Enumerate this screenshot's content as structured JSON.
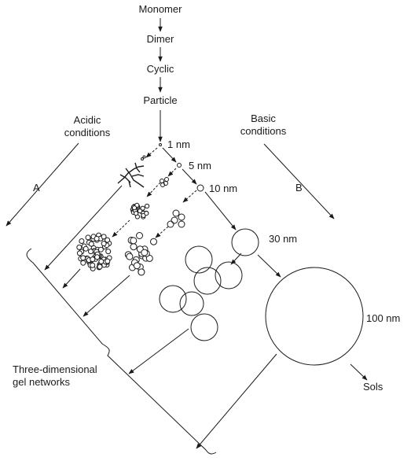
{
  "stages": {
    "monomer": "Monomer",
    "dimer": "Dimer",
    "cyclic": "Cyclic",
    "particle": "Particle"
  },
  "conditions": {
    "acidic_line1": "Acidic",
    "acidic_line2": "conditions",
    "acidic_path": "A",
    "basic_line1": "Basic",
    "basic_line2": "conditions",
    "basic_path": "B"
  },
  "sizes": {
    "s1": "1 nm",
    "s5": "5 nm",
    "s10": "10 nm",
    "s30": "30 nm",
    "s100": "100 nm"
  },
  "outcomes": {
    "gel_line1": "Three-dimensional",
    "gel_line2": "gel networks",
    "sols": "Sols"
  },
  "colors": {
    "ink": "#1a1a1a",
    "paper": "#ffffff"
  }
}
